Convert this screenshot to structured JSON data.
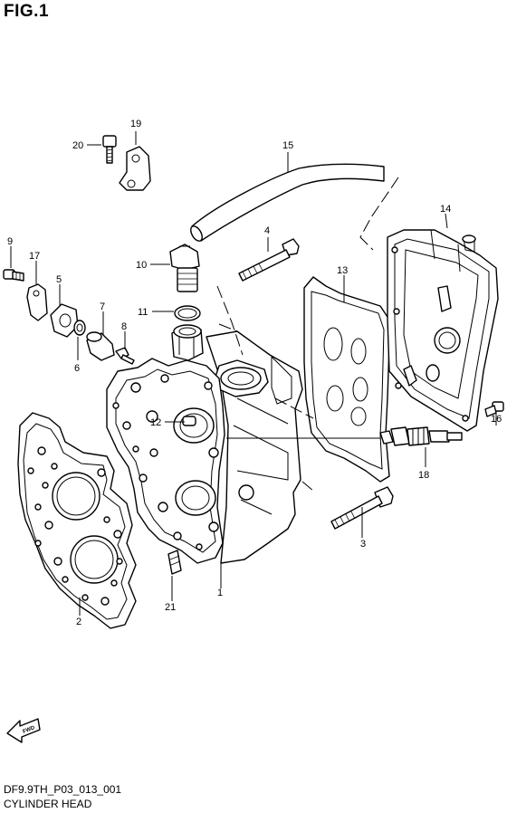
{
  "header": {
    "title": "FIG.1"
  },
  "footer": {
    "code": "DF9.9TH_P03_013_001",
    "caption": "CYLINDER HEAD"
  },
  "direction_arrow": {
    "label": "FWD"
  },
  "callouts": {
    "c1": "1",
    "c2": "2",
    "c3": "3",
    "c4": "4",
    "c5": "5",
    "c6": "6",
    "c7": "7",
    "c8": "8",
    "c9": "9",
    "c10": "10",
    "c11": "11",
    "c12": "12",
    "c13": "13",
    "c14": "14",
    "c15": "15",
    "c16": "16",
    "c17": "17",
    "c18": "18",
    "c19": "19",
    "c20": "20",
    "c21": "21"
  }
}
